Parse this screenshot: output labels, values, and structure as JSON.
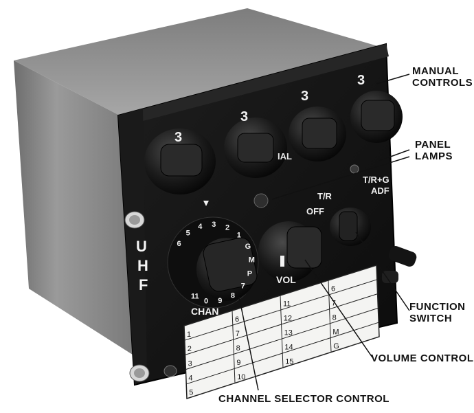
{
  "colors": {
    "panel": "#141414",
    "case": "#8c8c8c",
    "knob": "#1c1c1c",
    "card": "#f4f4f2",
    "callout_text": "#111111"
  },
  "panel": {
    "uhf_label": "UHF",
    "manual_label": "IAL",
    "vol_label": "VOL",
    "chan_label": "CHAN",
    "off_label": "OFF",
    "tr_label": "T/R",
    "trg_label": "T/R+G",
    "adf_label": "ADF",
    "manual_digits": [
      "3",
      "3",
      "3",
      "3"
    ],
    "dial_marks": [
      "6",
      "5",
      "4",
      "3",
      "2",
      "1",
      "G",
      "M",
      "P",
      "7",
      "8",
      "9",
      "0",
      "11"
    ],
    "card_cols": [
      [
        "1",
        "2",
        "3",
        "4",
        "5"
      ],
      [
        "6",
        "7",
        "8",
        "9",
        "10"
      ],
      [
        "11",
        "12",
        "13",
        "14",
        "15"
      ],
      [
        "6",
        "7",
        "8",
        "M",
        "G"
      ]
    ]
  },
  "callouts": {
    "manual_controls": [
      "MANUAL",
      "CONTROLS"
    ],
    "panel_lamps": [
      "PANEL",
      "LAMPS"
    ],
    "function_switch": [
      "FUNCTION",
      "SWITCH"
    ],
    "volume_control": "VOLUME CONTROL",
    "channel_selector": "CHANNEL SELECTOR CONTROL"
  },
  "icons": [
    "uhf-radio-unit-icon",
    "rotary-knob-icon",
    "panel-lamp-icon",
    "toggle-switch-icon"
  ]
}
